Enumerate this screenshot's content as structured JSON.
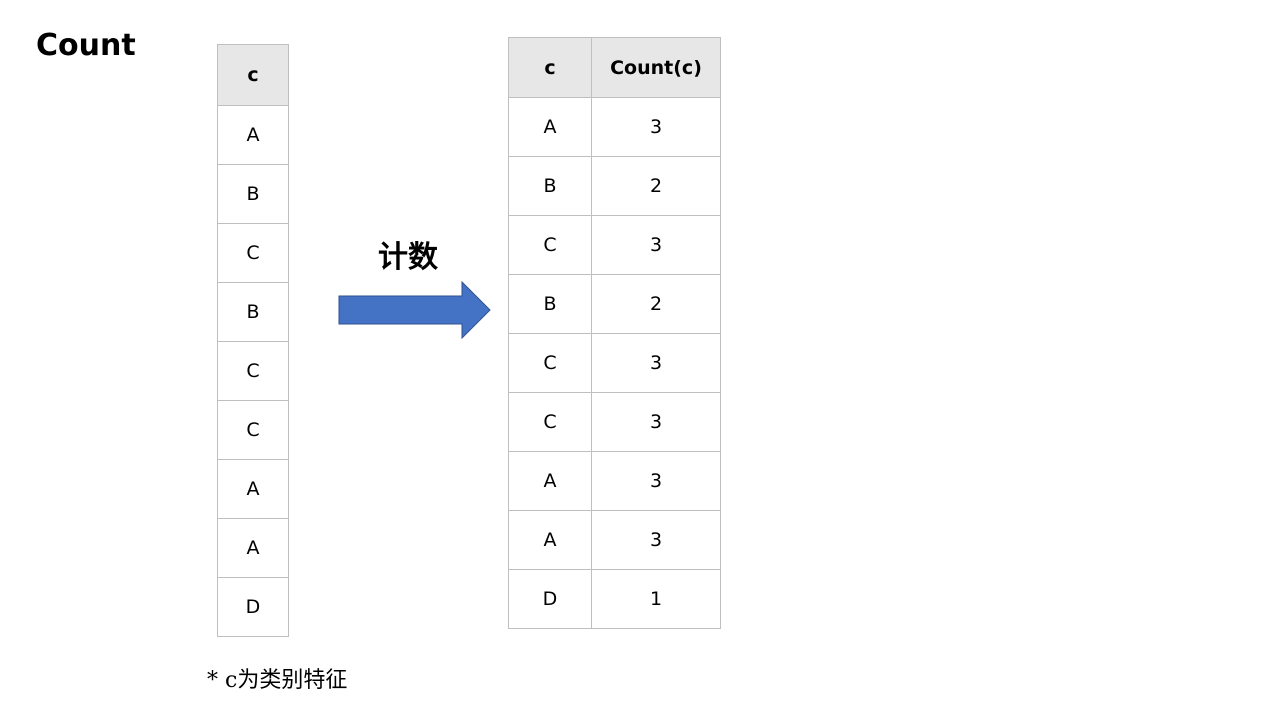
{
  "title": "Count",
  "arrow_label": "计数",
  "input_table": {
    "header": "c",
    "rows": [
      "A",
      "B",
      "C",
      "B",
      "C",
      "C",
      "A",
      "A",
      "D"
    ]
  },
  "output_table": {
    "headers": [
      "c",
      "Count(c)"
    ],
    "rows": [
      [
        "A",
        "3"
      ],
      [
        "B",
        "2"
      ],
      [
        "C",
        "3"
      ],
      [
        "B",
        "2"
      ],
      [
        "C",
        "3"
      ],
      [
        "C",
        "3"
      ],
      [
        "A",
        "3"
      ],
      [
        "A",
        "3"
      ],
      [
        "D",
        "1"
      ]
    ]
  },
  "footnote": "*  c为类别特征",
  "colors": {
    "arrow_fill": "#4472c4",
    "arrow_stroke": "#2f528f",
    "header_bg": "#e7e7e7",
    "border": "#bfbfbf"
  }
}
